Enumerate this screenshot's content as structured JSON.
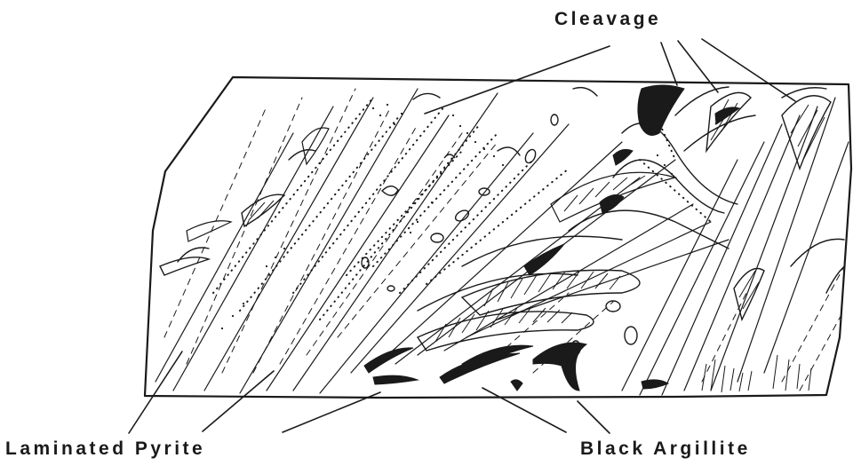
{
  "labels": {
    "cleavage": "Cleavage",
    "laminated_pyrite": "Laminated Pyrite",
    "black_argillite": "Black Argillite"
  },
  "colors": {
    "ink": "#1a1a1a",
    "paper": "#ffffff"
  }
}
